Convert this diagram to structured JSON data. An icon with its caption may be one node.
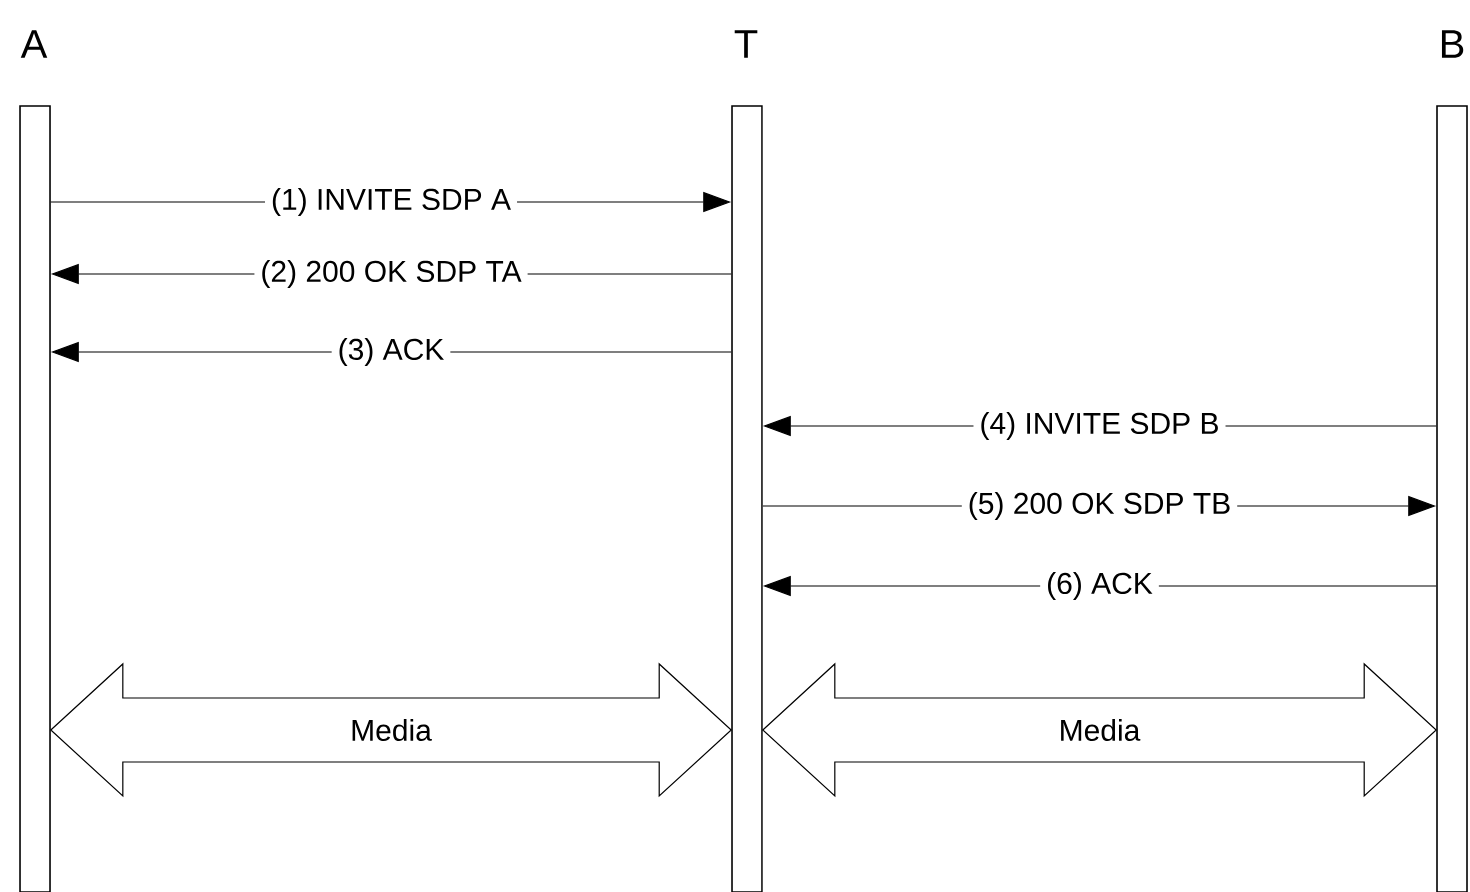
{
  "diagram": {
    "nodes": [
      {
        "text": [
          "A"
        ]
      },
      {
        "text": [
          "T"
        ]
      },
      {
        "text": [
          "B"
        ]
      }
    ],
    "edges": [
      {
        "from": 0,
        "to": 1,
        "arrow": "to",
        "label": "(1) INVITE SDP A"
      },
      {
        "from": 1,
        "to": 0,
        "arrow": "to",
        "label": "(2) 200 OK SDP TA"
      },
      {
        "from": 1,
        "to": 0,
        "arrow": "to",
        "label": "(3) ACK"
      },
      {
        "from": 2,
        "to": 1,
        "arrow": "to",
        "label": "(4) INVITE SDP B"
      },
      {
        "from": 1,
        "to": 2,
        "arrow": "to",
        "label": "(5) 200 OK SDP TB"
      },
      {
        "from": 2,
        "to": 1,
        "arrow": "to",
        "label": "(6) ACK"
      },
      {
        "from": 0,
        "to": 1,
        "arrow": "both",
        "label": "Media",
        "style": "thick"
      },
      {
        "from": 1,
        "to": 2,
        "arrow": "both",
        "label": "Media",
        "style": "thick"
      }
    ]
  }
}
